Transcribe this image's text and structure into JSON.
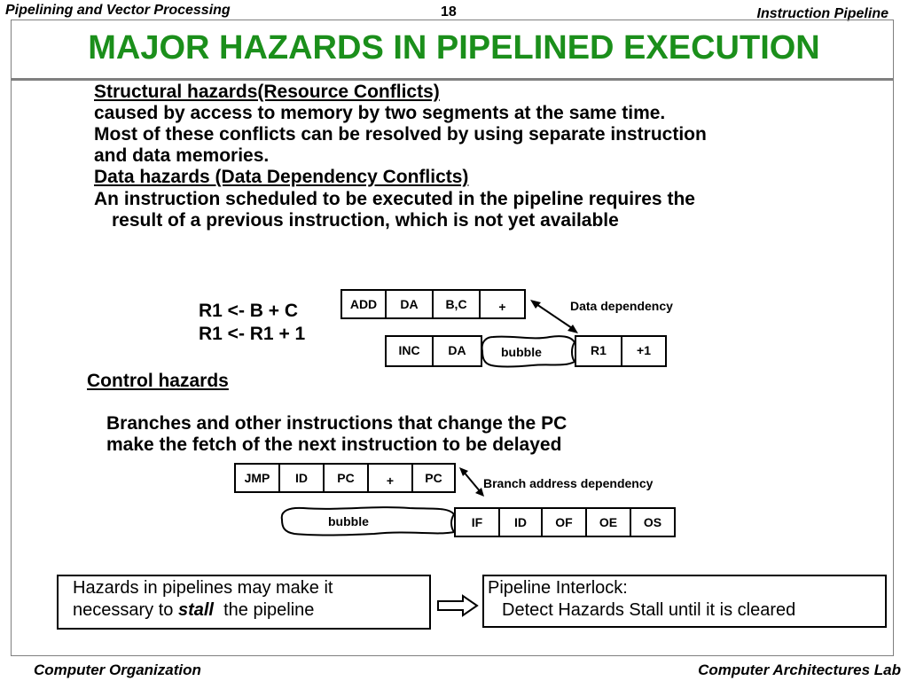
{
  "header": {
    "left": "Pipelining and Vector Processing",
    "center": "18",
    "right": "Instruction Pipeline"
  },
  "title": "MAJOR  HAZARDS  IN  PIPELINED  EXECUTION",
  "structural": {
    "heading": "Structural hazards(Resource Conflicts)",
    "lines": [
      "caused by access to memory by two segments at the same time.",
      "Most of these conflicts can be resolved by using separate  instruction",
      "and data memories."
    ]
  },
  "data_hazards": {
    "heading": "Data hazards (Data Dependency Conflicts)",
    "lines": [
      "An instruction scheduled to be executed in the pipeline requires the",
      "result of a previous instruction, which is not yet available"
    ],
    "equations": [
      "R1 <- B + C",
      "R1 <- R1 + 1"
    ],
    "row1": [
      "ADD",
      "DA",
      "B,C",
      "+"
    ],
    "row2": [
      "INC",
      "DA",
      "bubble",
      "R1",
      "+1"
    ],
    "dependency_label": "Data dependency"
  },
  "control": {
    "heading": "Control hazards",
    "lines": [
      "Branches and other instructions that change the PC",
      "make the fetch of the next instruction to be delayed"
    ],
    "row1": [
      "JMP",
      "ID",
      "PC",
      "+",
      "PC"
    ],
    "row2": [
      "bubble",
      "IF",
      "ID",
      "OF",
      "OE",
      "OS"
    ],
    "dependency_label": "Branch address dependency"
  },
  "bottom": {
    "left_line1": "Hazards in pipelines may make it",
    "left_line2_pre": "necessary to ",
    "left_line2_em": "stall",
    "left_line2_post": "  the pipeline",
    "right_line1": "Pipeline Interlock:",
    "right_line2": "Detect Hazards Stall until it is cleared"
  },
  "footer": {
    "left": "Computer Organization",
    "right": "Computer Architectures Lab"
  }
}
